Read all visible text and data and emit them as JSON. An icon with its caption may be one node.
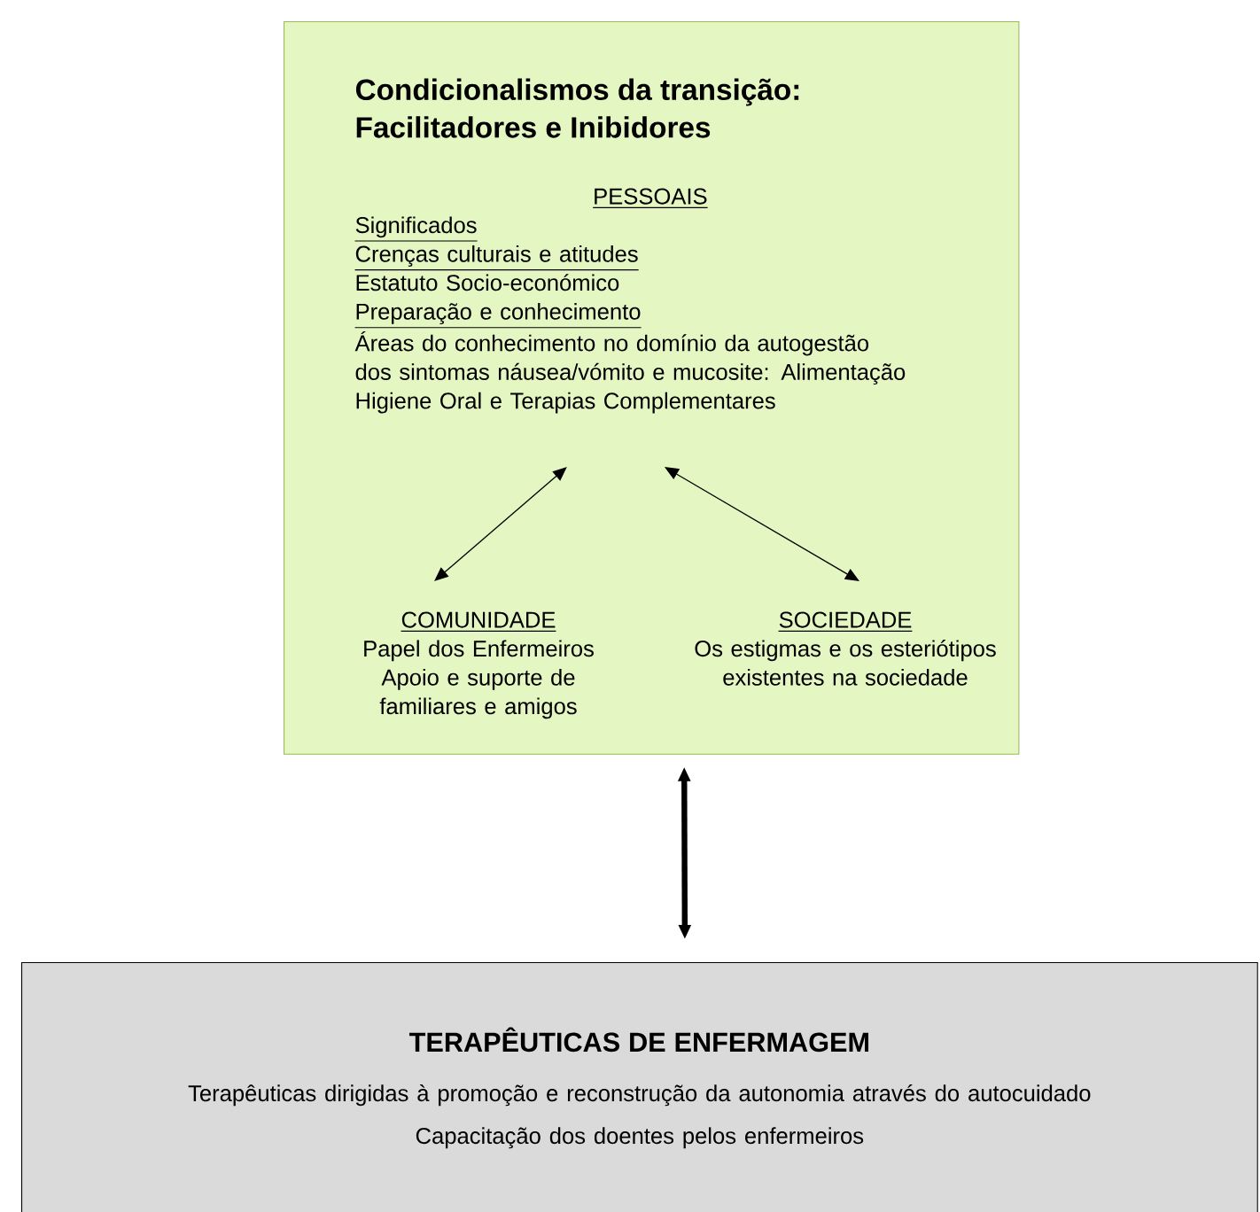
{
  "diagram": {
    "nodes": [
      {
        "text": [
          "Condicionalismos da transição: Facilitadores e Inibidores"
        ]
      },
      {
        "text": [
          "PESSOAIS",
          "Significados",
          "Crenças culturais e atitudes",
          "Estatuto Socio-económico",
          "Preparação e conhecimento",
          "Áreas do conhecimento no domínio da autogestão dos sintomas náusea/vómito e mucosite: Alimentação Higiene Oral e Terapias Complementares"
        ],
        "in": 0
      },
      {
        "text": [
          "COMUNIDADE",
          "Papel dos Enfermeiros",
          "Apoio e suporte de familiares e amigos"
        ],
        "in": 0
      },
      {
        "text": [
          "SOCIEDADE",
          "Os estigmas e os esteriótipos existentes na sociedade"
        ],
        "in": 0
      },
      {
        "text": [
          "TERAPÊUTICAS DE ENFERMAGEM",
          "Terapêuticas dirigidas à promoção e reconstrução da autonomia através do autocuidado",
          "Capacitação dos doentes pelos enfermeiros"
        ]
      }
    ],
    "edges": [
      {
        "from": 2,
        "to": 1,
        "arrow": "both"
      },
      {
        "from": 1,
        "to": 3,
        "arrow": "both"
      },
      {
        "from": 0,
        "to": 4,
        "arrow": "both",
        "style": "thick"
      }
    ]
  }
}
